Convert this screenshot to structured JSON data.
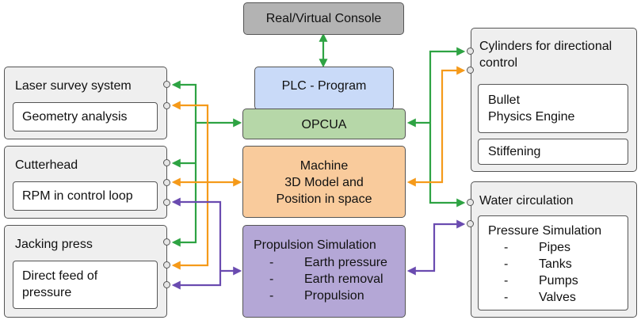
{
  "console": {
    "label": "Real/Virtual Console"
  },
  "plc": {
    "label": "PLC - Program"
  },
  "opcua": {
    "label": "OPCUA"
  },
  "machine": {
    "line1": "Machine",
    "line2": "3D Model and",
    "line3": "Position in space"
  },
  "propulsion": {
    "title": "Propulsion Simulation",
    "items": [
      "Earth pressure",
      "Earth removal",
      "Propulsion"
    ]
  },
  "laser": {
    "title": "Laser survey system",
    "sub": "Geometry analysis"
  },
  "cutterhead": {
    "title": "Cutterhead",
    "sub": "RPM in control loop"
  },
  "jacking": {
    "title": "Jacking press",
    "sub_line1": "Direct feed of",
    "sub_line2": "pressure"
  },
  "cylinders": {
    "title_line1": "Cylinders for directional",
    "title_line2": "control",
    "bullet_line1": "Bullet",
    "bullet_line2": "Physics Engine",
    "stiffening": "Stiffening"
  },
  "water": {
    "title": "Water circulation",
    "sub_title": "Pressure Simulation",
    "items": [
      "Pipes",
      "Tanks",
      "Pumps",
      "Valves"
    ]
  },
  "colors": {
    "green": "#2ea343",
    "orange": "#f59a1a",
    "purple": "#6a4bb0",
    "console_fill": "#b3b3b3",
    "plc_fill": "#c9daf8",
    "opcua_fill": "#b6d7a8",
    "machine_fill": "#f9cb9c",
    "propulsion_fill": "#b4a7d6"
  }
}
